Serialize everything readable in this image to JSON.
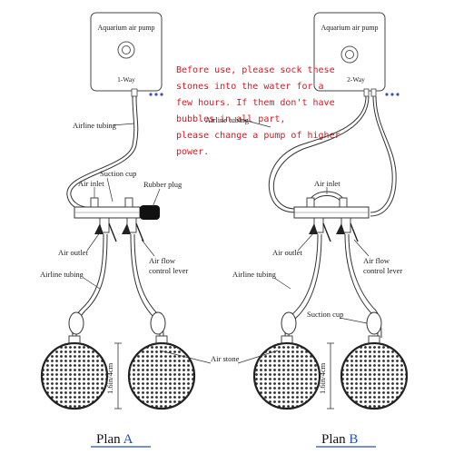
{
  "left_pump": {
    "title": "Aquarium air pump",
    "model": "1-Way"
  },
  "right_pump": {
    "title": "Aquarium air pump",
    "model": "2-Way"
  },
  "labels": {
    "airline_tubing_top": "Airline tubing",
    "suction_cup_left": "Suction cup",
    "air_inlet_left": "Air inlet",
    "rubber_plug": "Rubber plug",
    "air_outlet": "Air outlet",
    "air_flow_left_1": "Air flow",
    "air_flow_left_2": "control lever",
    "airline_tubing_left_bottom": "Airline tubing",
    "air_stone": "Air stone",
    "size_left": "1.6in/4cm",
    "airline_tubing_right": "Airline tubing",
    "air_inlet_right": "Air inlet",
    "air_outlet_right": "Air outlet",
    "air_flow_right_1": "Air flow",
    "air_flow_right_2": "control lever",
    "airline_tubing_right_bottom": "Airline tubing",
    "suction_cup_right": "Suction cup",
    "size_right": "1.6in/4cm"
  },
  "notice": {
    "lines": [
      "Before use, please sock these",
      "stones into the water for a",
      "few hours. If them don't have",
      "bubbles in all part,",
      "please change a pump of higher",
      "power."
    ],
    "color": "#e0141e"
  },
  "plans": {
    "a_prefix": "Plan ",
    "a_letter": "A",
    "b_prefix": "Plan ",
    "b_letter": "B"
  },
  "colors": {
    "plan_underline": "#1f4fbf",
    "plan_letter": "#1f4fbf",
    "dots": "#3a4fc4"
  }
}
